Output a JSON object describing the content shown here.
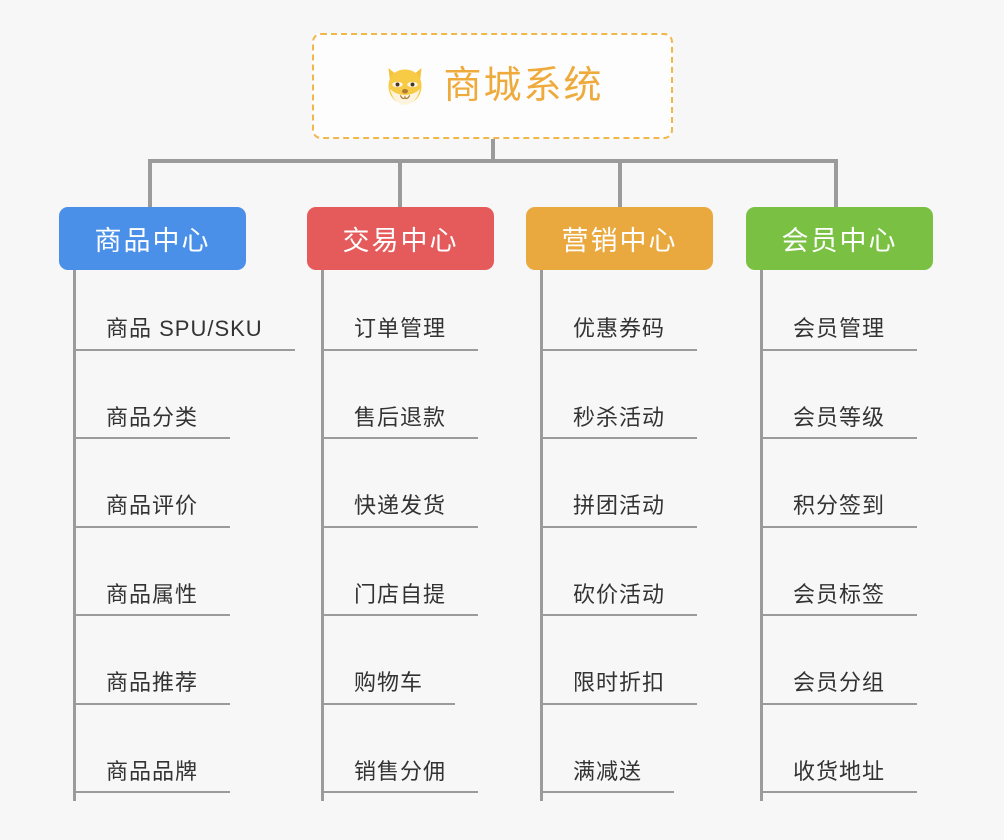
{
  "page": {
    "background_color": "#f7f7f7",
    "line_color": "#9b9b9b",
    "leaf_text_color": "#333333"
  },
  "root": {
    "title": "商城系统",
    "icon": "shiba-dog-emoji",
    "text_color": "#eeab3c",
    "border_color": "#f2b749",
    "border_style": "dashed"
  },
  "columns": [
    {
      "title": "商品中心",
      "color": "#4a90e8",
      "items": [
        {
          "label": "商品 SPU/SKU"
        },
        {
          "label": "商品分类"
        },
        {
          "label": "商品评价"
        },
        {
          "label": "商品属性"
        },
        {
          "label": "商品推荐"
        },
        {
          "label": "商品品牌"
        }
      ]
    },
    {
      "title": "交易中心",
      "color": "#e55b5b",
      "items": [
        {
          "label": "订单管理"
        },
        {
          "label": "售后退款"
        },
        {
          "label": "快递发货"
        },
        {
          "label": "门店自提"
        },
        {
          "label": "购物车"
        },
        {
          "label": "销售分佣"
        }
      ]
    },
    {
      "title": "营销中心",
      "color": "#eaa93f",
      "items": [
        {
          "label": "优惠券码"
        },
        {
          "label": "秒杀活动"
        },
        {
          "label": "拼团活动"
        },
        {
          "label": "砍价活动"
        },
        {
          "label": "限时折扣"
        },
        {
          "label": "满减送"
        }
      ]
    },
    {
      "title": "会员中心",
      "color": "#7ac143",
      "items": [
        {
          "label": "会员管理"
        },
        {
          "label": "会员等级"
        },
        {
          "label": "积分签到"
        },
        {
          "label": "会员标签"
        },
        {
          "label": "会员分组"
        },
        {
          "label": "收货地址"
        }
      ]
    }
  ]
}
